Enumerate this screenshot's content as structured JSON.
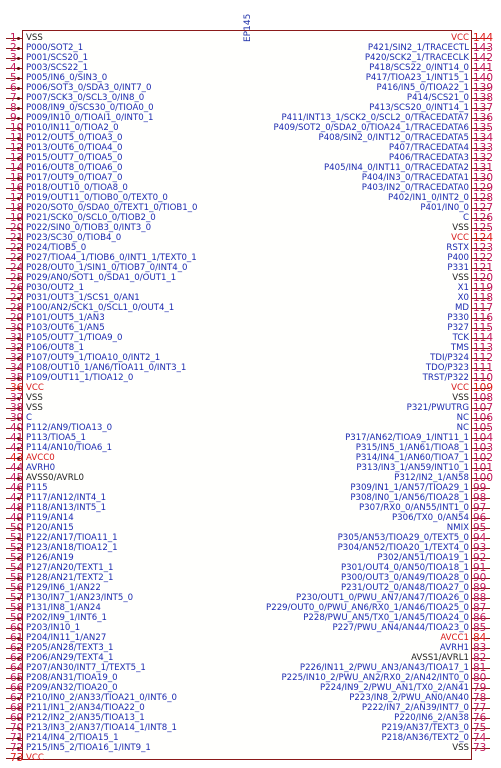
{
  "component": {
    "refdes": "EP145"
  },
  "colors": {
    "signal": "#1c2bb0",
    "ground": "#222222",
    "supply": "#d81919",
    "pin_number": "#c2185b",
    "outline": "#8b1a1a"
  },
  "pins_left": [
    {
      "num": "1",
      "name": "VSS",
      "kind": "ground"
    },
    {
      "num": "2",
      "name": "P000/SOT2_1",
      "kind": "signal"
    },
    {
      "num": "3",
      "name": "P001/SCS20_1",
      "kind": "signal"
    },
    {
      "num": "4",
      "name": "P003/SCS22_1",
      "kind": "signal"
    },
    {
      "num": "5",
      "name": "P005/IN6_0/SIN3_0",
      "kind": "signal"
    },
    {
      "num": "6",
      "name": "P006/SOT3_0/SDA3_0/INT7_0",
      "kind": "signal"
    },
    {
      "num": "7",
      "name": "P007/SCK3_0/SCL3_0/IN8_0",
      "kind": "signal"
    },
    {
      "num": "8",
      "name": "P008/IN9_0/SCS30_0/TIOA0_0",
      "kind": "signal"
    },
    {
      "num": "9",
      "name": "P009/IN10_0/TIOAI1_0/INT0_1",
      "kind": "signal"
    },
    {
      "num": "10",
      "name": "P010/IN11_0/TIOA2_0",
      "kind": "signal"
    },
    {
      "num": "11",
      "name": "P012/OUT5_0/TIOA3_0",
      "kind": "signal"
    },
    {
      "num": "12",
      "name": "P013/OUT6_0/TIOA4_0",
      "kind": "signal"
    },
    {
      "num": "13",
      "name": "P015/OUT7_0/TIOA5_0",
      "kind": "signal"
    },
    {
      "num": "14",
      "name": "P016/OUT8_0/TIOA6_0",
      "kind": "signal"
    },
    {
      "num": "15",
      "name": "P017/OUT9_0/TIOA7_0",
      "kind": "signal"
    },
    {
      "num": "16",
      "name": "P018/OUT10_0/TIOA8_0",
      "kind": "signal"
    },
    {
      "num": "17",
      "name": "P019/OUT11_0/TIOB0_0/TEXT0_0",
      "kind": "signal"
    },
    {
      "num": "18",
      "name": "P020/SOT0_0/SDA0_0/TEXT1_0/TIOB1_0",
      "kind": "signal"
    },
    {
      "num": "19",
      "name": "P021/SCK0_0/SCL0_0/TIOB2_0",
      "kind": "signal"
    },
    {
      "num": "20",
      "name": "P022/SIN0_0/TIOB3_0/INT3_0",
      "kind": "signal"
    },
    {
      "num": "21",
      "name": "P023/SC30_0/TIOB4_0",
      "kind": "signal"
    },
    {
      "num": "22",
      "name": "P024/TIOB5_0",
      "kind": "signal"
    },
    {
      "num": "23",
      "name": "P027/TIOA4_1/TIOB6_0/INT1_1/TEXT0_1",
      "kind": "signal"
    },
    {
      "num": "24",
      "name": "P028/OUT0_1/SIN1_0/TIOB7_0/INT4_0",
      "kind": "signal"
    },
    {
      "num": "25",
      "name": "P029/AN0/SOT1_0/SDA1_0/OUT1_1",
      "kind": "signal"
    },
    {
      "num": "26",
      "name": "P030/OUT2_1",
      "kind": "signal"
    },
    {
      "num": "27",
      "name": "P031/OUT3_1/SCS1_0/AN1",
      "kind": "signal"
    },
    {
      "num": "28",
      "name": "P100/AN2/SCK1_0/SCL1_0/OUT4_1",
      "kind": "signal"
    },
    {
      "num": "29",
      "name": "P101/OUT5_1/AN3",
      "kind": "signal"
    },
    {
      "num": "30",
      "name": "P103/OUT6_1/AN5",
      "kind": "signal"
    },
    {
      "num": "31",
      "name": "P105/OUT7_1/TIOA9_0",
      "kind": "signal"
    },
    {
      "num": "32",
      "name": "P106/OUT8_1",
      "kind": "signal"
    },
    {
      "num": "33",
      "name": "P107/OUT9_1/TIOA10_0/INT2_1",
      "kind": "signal"
    },
    {
      "num": "34",
      "name": "P108/OUT10_1/AN6/TIOA11_0/INT3_1",
      "kind": "signal"
    },
    {
      "num": "35",
      "name": "P109/OUT11_1/TIOA12_0",
      "kind": "signal"
    },
    {
      "num": "36",
      "name": "VCC",
      "kind": "supply"
    },
    {
      "num": "37",
      "name": "VSS",
      "kind": "ground"
    },
    {
      "num": "38",
      "name": "VSS",
      "kind": "ground"
    },
    {
      "num": "39",
      "name": "C",
      "kind": "signal"
    },
    {
      "num": "40",
      "name": "P112/AN9/TIOA13_0",
      "kind": "signal"
    },
    {
      "num": "41",
      "name": "P113/TIOA5_1",
      "kind": "signal"
    },
    {
      "num": "42",
      "name": "P114/AN10/TIOA6_1",
      "kind": "signal"
    },
    {
      "num": "43",
      "name": "AVCC0",
      "kind": "supply"
    },
    {
      "num": "44",
      "name": "AVRH0",
      "kind": "signal"
    },
    {
      "num": "45",
      "name": "AVSS0/AVRL0",
      "kind": "ground"
    },
    {
      "num": "46",
      "name": "P115",
      "kind": "signal"
    },
    {
      "num": "47",
      "name": "P117/AN12/INT4_1",
      "kind": "signal"
    },
    {
      "num": "48",
      "name": "P118/AN13/INT5_1",
      "kind": "signal"
    },
    {
      "num": "49",
      "name": "P119/AN14",
      "kind": "signal"
    },
    {
      "num": "50",
      "name": "P120/AN15",
      "kind": "signal"
    },
    {
      "num": "51",
      "name": "P122/AN17/TIOA11_1",
      "kind": "signal"
    },
    {
      "num": "52",
      "name": "P123/AN18/TIOA12_1",
      "kind": "signal"
    },
    {
      "num": "53",
      "name": "P126/AN19",
      "kind": "signal"
    },
    {
      "num": "54",
      "name": "P127/AN20/TEXT1_1",
      "kind": "signal"
    },
    {
      "num": "55",
      "name": "P128/AN21/TEXT2_1",
      "kind": "signal"
    },
    {
      "num": "56",
      "name": "P129/IN6_1/AN22",
      "kind": "signal"
    },
    {
      "num": "57",
      "name": "P130/IN7_1/AN23/INT5_0",
      "kind": "signal"
    },
    {
      "num": "58",
      "name": "P131/IN8_1/AN24",
      "kind": "signal"
    },
    {
      "num": "59",
      "name": "P202/IN9_1/INT6_1",
      "kind": "signal"
    },
    {
      "num": "60",
      "name": "P203/IN10_1",
      "kind": "signal"
    },
    {
      "num": "61",
      "name": "P204/IN11_1/AN27",
      "kind": "signal"
    },
    {
      "num": "62",
      "name": "P205/AN28/TEXT3_1",
      "kind": "signal"
    },
    {
      "num": "63",
      "name": "P206/AN29/TEXT4_1",
      "kind": "signal"
    },
    {
      "num": "64",
      "name": "P207/AN30/INT7_1/TEXT5_1",
      "kind": "signal"
    },
    {
      "num": "65",
      "name": "P208/AN31/TIOA19_0",
      "kind": "signal"
    },
    {
      "num": "66",
      "name": "P209/AN32/TIOA20_0",
      "kind": "signal"
    },
    {
      "num": "67",
      "name": "P210/IN0_2/AN33/TIOA21_0/INT6_0",
      "kind": "signal"
    },
    {
      "num": "68",
      "name": "P211/IN1_2/AN34/TIOA22_0",
      "kind": "signal"
    },
    {
      "num": "69",
      "name": "P212/IN2_2/AN35/TIOA13_1",
      "kind": "signal"
    },
    {
      "num": "70",
      "name": "P213/IN3_2/AN37/TIOA14_1/INT8_1",
      "kind": "signal"
    },
    {
      "num": "71",
      "name": "P214/IN4_2/TIOA15_1",
      "kind": "signal"
    },
    {
      "num": "72",
      "name": "P215/IN5_2/TIOA16_1/INT9_1",
      "kind": "signal"
    },
    {
      "num": "73",
      "name": "VCC",
      "kind": "supply"
    }
  ],
  "pins_right": [
    {
      "num": "144",
      "name": "VCC",
      "kind": "supply"
    },
    {
      "num": "143",
      "name": "P421/SIN2_1/TRACECTL",
      "kind": "signal"
    },
    {
      "num": "142",
      "name": "P420/SCK2_1/TRACECLK",
      "kind": "signal"
    },
    {
      "num": "141",
      "name": "P418/SCS22_0/INT14_0",
      "kind": "signal"
    },
    {
      "num": "140",
      "name": "P417/TIOA23_1/INT15_1",
      "kind": "signal"
    },
    {
      "num": "139",
      "name": "P416/IN5_0/TIOA22_1",
      "kind": "signal"
    },
    {
      "num": "138",
      "name": "P414/SCS21_0",
      "kind": "signal"
    },
    {
      "num": "137",
      "name": "P413/SCS20_0/INT14_1",
      "kind": "signal"
    },
    {
      "num": "136",
      "name": "P411/INT13_1/SCK2_0/SCL2_0/TRACEDATA7",
      "kind": "signal"
    },
    {
      "num": "135",
      "name": "P409/SOT2_0/SDA2_0/TIOA24_1/TRACEDATA6",
      "kind": "signal"
    },
    {
      "num": "134",
      "name": "P408/SIN2_0/INT12_0/TRACEDATA5",
      "kind": "signal"
    },
    {
      "num": "133",
      "name": "P407/TRACEDATA4",
      "kind": "signal"
    },
    {
      "num": "132",
      "name": "P406/TRACEDATA3",
      "kind": "signal"
    },
    {
      "num": "131",
      "name": "P405/IN4_0/INT11_0/TRACEDATA2",
      "kind": "signal"
    },
    {
      "num": "130",
      "name": "P404/IN3_0/TRACEDATA1",
      "kind": "signal"
    },
    {
      "num": "129",
      "name": "P403/IN2_0/TRACEDATA0",
      "kind": "signal"
    },
    {
      "num": "128",
      "name": "P402/IN1_0/INT2_0",
      "kind": "signal"
    },
    {
      "num": "127",
      "name": "P401/IN0_0",
      "kind": "signal"
    },
    {
      "num": "126",
      "name": "C",
      "kind": "signal"
    },
    {
      "num": "125",
      "name": "VSS",
      "kind": "ground"
    },
    {
      "num": "124",
      "name": "VCC",
      "kind": "supply"
    },
    {
      "num": "123",
      "name": "RSTX",
      "kind": "signal"
    },
    {
      "num": "122",
      "name": "P400",
      "kind": "signal"
    },
    {
      "num": "121",
      "name": "P331",
      "kind": "signal"
    },
    {
      "num": "120",
      "name": "VSS",
      "kind": "ground"
    },
    {
      "num": "119",
      "name": "X1",
      "kind": "signal"
    },
    {
      "num": "118",
      "name": "X0",
      "kind": "signal"
    },
    {
      "num": "117",
      "name": "MD",
      "kind": "signal"
    },
    {
      "num": "116",
      "name": "P330",
      "kind": "signal"
    },
    {
      "num": "115",
      "name": "P327",
      "kind": "signal"
    },
    {
      "num": "114",
      "name": "TCK",
      "kind": "signal"
    },
    {
      "num": "113",
      "name": "TMS",
      "kind": "signal"
    },
    {
      "num": "112",
      "name": "TDI/P324",
      "kind": "signal"
    },
    {
      "num": "111",
      "name": "TDO/P323",
      "kind": "signal"
    },
    {
      "num": "110",
      "name": "TRST/P322",
      "kind": "signal"
    },
    {
      "num": "109",
      "name": "VCC",
      "kind": "supply"
    },
    {
      "num": "108",
      "name": "VSS",
      "kind": "ground"
    },
    {
      "num": "107",
      "name": "P321/PWUTRG",
      "kind": "signal"
    },
    {
      "num": "106",
      "name": "NC",
      "kind": "signal"
    },
    {
      "num": "105",
      "name": "NC",
      "kind": "signal"
    },
    {
      "num": "104",
      "name": "P317/AN62/TIOA9_1/INT11_1",
      "kind": "signal"
    },
    {
      "num": "103",
      "name": "P315/IN5_1/AN61/TIOA8_1",
      "kind": "signal"
    },
    {
      "num": "102",
      "name": "P314/IN4_1/AN60/TIOA7_1",
      "kind": "signal"
    },
    {
      "num": "101",
      "name": "P313/IN3_1/AN59/INT10_1",
      "kind": "signal"
    },
    {
      "num": "100",
      "name": "P312/IN2_1/AN58",
      "kind": "signal"
    },
    {
      "num": "99",
      "name": "P309/IN1_1/AN57/TIOA29_1",
      "kind": "signal"
    },
    {
      "num": "98",
      "name": "P308/IN0_1/AN56/TIOA28_1",
      "kind": "signal"
    },
    {
      "num": "97",
      "name": "P307/RX0_0/AN55/INT1_0",
      "kind": "signal"
    },
    {
      "num": "96",
      "name": "P306/TX0_0/AN54",
      "kind": "signal"
    },
    {
      "num": "95",
      "name": "NMIX",
      "kind": "signal"
    },
    {
      "num": "94",
      "name": "P305/AN53/TIOA29_0/TEXT5_0",
      "kind": "signal"
    },
    {
      "num": "93",
      "name": "P304/AN52/TIOA20_1/TEXT4_0",
      "kind": "signal"
    },
    {
      "num": "92",
      "name": "P302/AN51/TIOA19_1",
      "kind": "signal"
    },
    {
      "num": "91",
      "name": "P301/OUT4_0/AN50/TIOA18_1",
      "kind": "signal"
    },
    {
      "num": "90",
      "name": "P300/OUT3_0/AN49/TIOA28_0",
      "kind": "signal"
    },
    {
      "num": "89",
      "name": "P231/OUT2_0/AN48/TIOA27_0",
      "kind": "signal"
    },
    {
      "num": "88",
      "name": "P230/OUT1_0/PWU_AN7/AN47/TIOA26_0",
      "kind": "signal"
    },
    {
      "num": "87",
      "name": "P229/OUT0_0/PWU_AN6/RX0_1/AN46/TIOA25_0",
      "kind": "signal"
    },
    {
      "num": "86",
      "name": "P228/PWU_AN5/TX0_1/AN45/TIOA24_0",
      "kind": "signal"
    },
    {
      "num": "85",
      "name": "P227/PWU_AN4/AN44/TIOA23_0",
      "kind": "signal"
    },
    {
      "num": "84",
      "name": "AVCC1",
      "kind": "supply"
    },
    {
      "num": "83",
      "name": "AVRH1",
      "kind": "signal"
    },
    {
      "num": "82",
      "name": "AVSS1/AVRL1",
      "kind": "ground"
    },
    {
      "num": "81",
      "name": "P226/IN11_2/PWU_AN3/AN43/TIOA17_1",
      "kind": "signal"
    },
    {
      "num": "80",
      "name": "P225/IN10_2/PWU_AN2/RX0_2/AN42/INT0_0",
      "kind": "signal"
    },
    {
      "num": "79",
      "name": "P224/IN9_2/PWU_AN1/TX0_2/AN41",
      "kind": "signal"
    },
    {
      "num": "78",
      "name": "P223/IN8_2/PWU_AN0/AN40",
      "kind": "signal"
    },
    {
      "num": "77",
      "name": "P222/IN7_2/AN39/INT7_0",
      "kind": "signal"
    },
    {
      "num": "76",
      "name": "P220/IN6_2/AN38",
      "kind": "signal"
    },
    {
      "num": "75",
      "name": "P219/AN37/TEXT3_0",
      "kind": "signal"
    },
    {
      "num": "74",
      "name": "P218/AN36/TEXT2_0",
      "kind": "signal"
    },
    {
      "num": "73b",
      "name": "VSS",
      "kind": "ground"
    }
  ]
}
